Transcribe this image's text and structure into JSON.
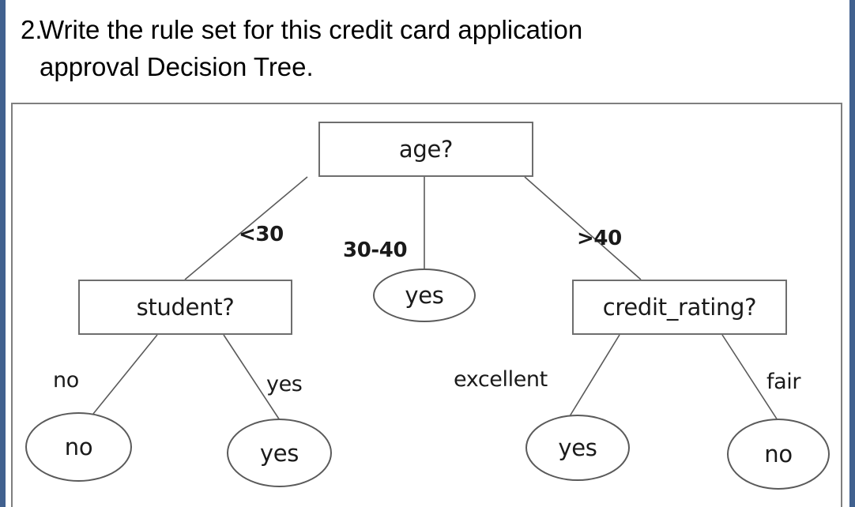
{
  "slide": {
    "accent_color": "#41618f",
    "background": "#ffffff",
    "heading_number": "2.",
    "heading_line1": "Write the rule set for this credit card application",
    "heading_line2": "approval Decision Tree."
  },
  "tree": {
    "title": "credit card application approval Decision Tree",
    "frame_border_color": "#7f7f7f",
    "node_border_color": "#6e6e6e",
    "text_color": "#1a1a1a",
    "root": {
      "id": "age",
      "label": "age?",
      "type": "decision"
    },
    "internal_nodes": [
      {
        "id": "age",
        "label": "age?",
        "type": "decision"
      },
      {
        "id": "student",
        "label": "student?",
        "type": "decision"
      },
      {
        "id": "credit_rating",
        "label": "credit_rating?",
        "type": "decision"
      }
    ],
    "leaf_nodes": [
      {
        "id": "leaf-mid-yes",
        "label": "yes",
        "type": "leaf"
      },
      {
        "id": "leaf-student-no",
        "label": "no",
        "type": "leaf"
      },
      {
        "id": "leaf-student-yes",
        "label": "yes",
        "type": "leaf"
      },
      {
        "id": "leaf-credit-yes",
        "label": "yes",
        "type": "leaf"
      },
      {
        "id": "leaf-credit-no",
        "label": "no",
        "type": "leaf"
      }
    ],
    "edges": [
      {
        "from": "age",
        "to": "student",
        "label": "<30"
      },
      {
        "from": "age",
        "to": "leaf-mid-yes",
        "label": "30-40"
      },
      {
        "from": "age",
        "to": "credit_rating",
        "label": ">40"
      },
      {
        "from": "student",
        "to": "leaf-student-no",
        "label": "no"
      },
      {
        "from": "student",
        "to": "leaf-student-yes",
        "label": "yes"
      },
      {
        "from": "credit_rating",
        "to": "leaf-credit-yes",
        "label": "excellent"
      },
      {
        "from": "credit_rating",
        "to": "leaf-credit-no",
        "label": "fair"
      }
    ],
    "labels": {
      "age": "age?",
      "student": "student?",
      "credit_rating": "credit_rating?",
      "edge_lt30": "<30",
      "edge_30_40": "30-40",
      "edge_gt40": ">40",
      "edge_student_no": "no",
      "edge_student_yes": "yes",
      "edge_excellent": "excellent",
      "edge_fair": "fair",
      "leaf_mid_yes": "yes",
      "leaf_student_no": "no",
      "leaf_student_yes": "yes",
      "leaf_credit_yes": "yes",
      "leaf_credit_no": "no"
    }
  }
}
